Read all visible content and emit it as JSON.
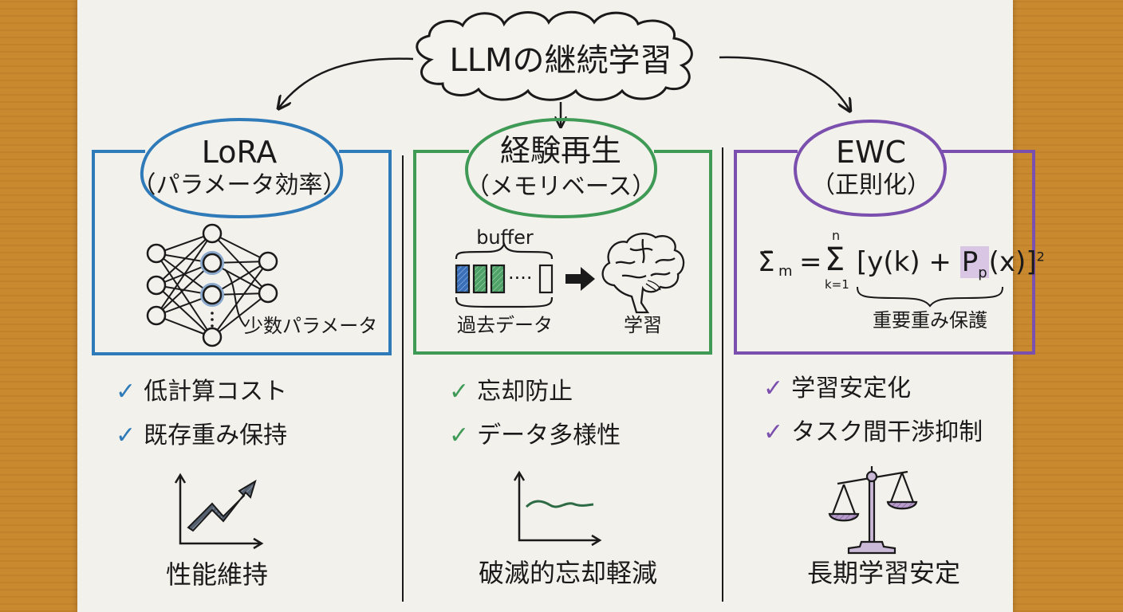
{
  "title": "LLMの継続学習",
  "colors": {
    "lora": "#2f7ab8",
    "replay": "#3e9a55",
    "ewc": "#7b4fae",
    "ink": "#1a1a1a",
    "paper": "#f3f1ec",
    "table": "#c8892f"
  },
  "cards": [
    {
      "id": "lora",
      "title": "LoRA",
      "subtitle": "（パラメータ効率）",
      "illustration": "neural-network",
      "annotation": "少数パラメータ",
      "features": [
        "低計算コスト",
        "既存重み保持"
      ],
      "icon": "trend-up-chart-icon",
      "caption": "性能維持"
    },
    {
      "id": "replay",
      "title": "経験再生",
      "subtitle": "（メモリベース）",
      "illustration": "buffer-to-brain",
      "buffer_label": "buffer",
      "buffer_dots": "····",
      "past_data_label": "過去データ",
      "learning_label": "学習",
      "features": [
        "忘却防止",
        "データ多様性"
      ],
      "icon": "stable-line-chart-icon",
      "caption": "破滅的忘却軽減"
    },
    {
      "id": "ewc",
      "title": "EWC",
      "subtitle": "（正則化）",
      "illustration": "formula",
      "formula": {
        "lhs": "Σ̄",
        "lhs_sub": "m",
        "eq": "=",
        "sum": "Σ",
        "sum_top": "n",
        "sum_bottom": "k=1",
        "term1": "[y(k) + ",
        "term2_main": "P",
        "term2_sub": "p",
        "term3": "(x)]",
        "power": "2"
      },
      "brace_label": "重要重み保護",
      "features": [
        "学習安定化",
        "タスク間干渉抑制"
      ],
      "icon": "balance-scale-icon",
      "caption": "長期学習安定"
    }
  ],
  "check_glyph": "✓"
}
